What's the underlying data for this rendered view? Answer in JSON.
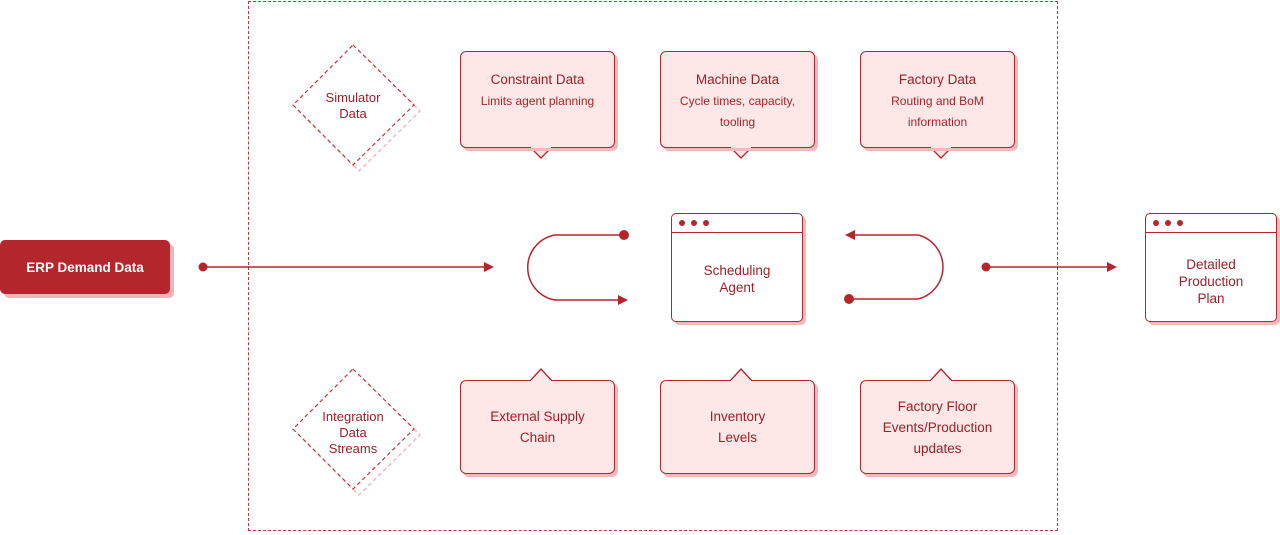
{
  "erp": {
    "label": "ERP Demand Data"
  },
  "simulator": {
    "label_line1": "Simulator",
    "label_line2": "Data"
  },
  "integration": {
    "line1": "Integration",
    "line2": "Data",
    "line3": "Streams"
  },
  "top_boxes": [
    {
      "title": "Constraint Data",
      "sub1": "Limits agent planning",
      "sub2": ""
    },
    {
      "title": "Machine Data",
      "sub1": "Cycle times, capacity,",
      "sub2": "tooling"
    },
    {
      "title": "Factory Data",
      "sub1": "Routing and BoM",
      "sub2": "information"
    }
  ],
  "bottom_boxes": [
    {
      "line1": "External Supply",
      "line2": "Chain",
      "line3": ""
    },
    {
      "line1": "Inventory",
      "line2": "Levels",
      "line3": ""
    },
    {
      "line1": "Factory Floor",
      "line2": "Events/Production",
      "line3": "updates"
    }
  ],
  "agent": {
    "line1": "Scheduling",
    "line2": "Agent"
  },
  "output": {
    "line1": "Detailed",
    "line2": "Production",
    "line3": "Plan"
  },
  "colors": {
    "accent": "#b3262c",
    "fill": "#fde7e7",
    "shadow": "#f2b9bc"
  }
}
